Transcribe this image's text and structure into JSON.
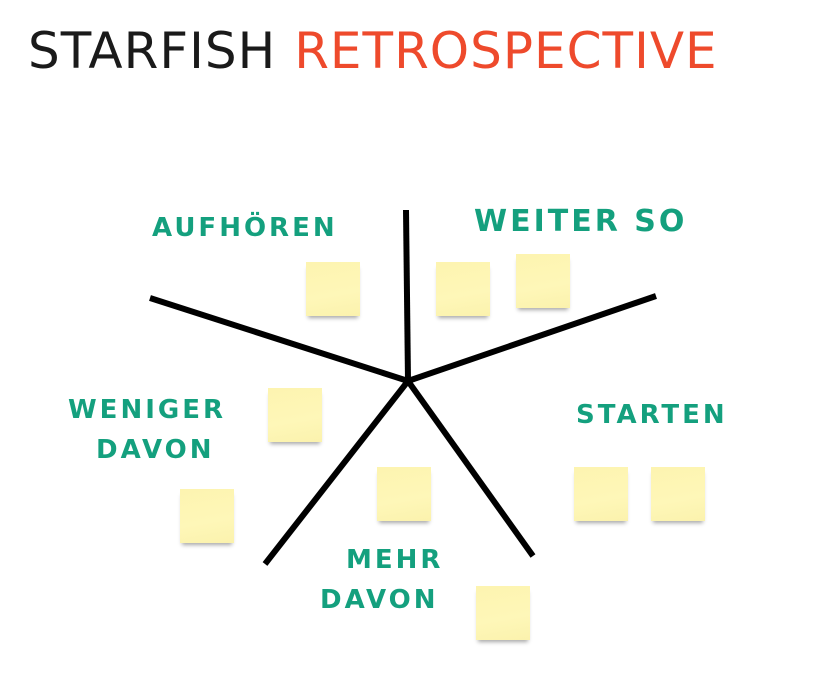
{
  "title": {
    "part1": "STARFISH",
    "part2": "RETROSPECTIVE",
    "color_part1": "#1a1a1a",
    "color_part2": "#ee4a2c"
  },
  "label_color": "#14a07e",
  "note_color": "#fef6b6",
  "sections": [
    {
      "id": "aufhoeren",
      "label_lines": [
        "AUFHÖREN"
      ],
      "notes": 1
    },
    {
      "id": "weiter-so",
      "label_lines": [
        "WEITER SO"
      ],
      "notes": 2
    },
    {
      "id": "starten",
      "label_lines": [
        "STARTEN"
      ],
      "notes": 2
    },
    {
      "id": "mehr-davon",
      "label_lines": [
        "MEHR",
        "DAVON"
      ],
      "notes": 2
    },
    {
      "id": "weniger-davon",
      "label_lines": [
        "WENIGER",
        "DAVON"
      ],
      "notes": 2
    }
  ]
}
